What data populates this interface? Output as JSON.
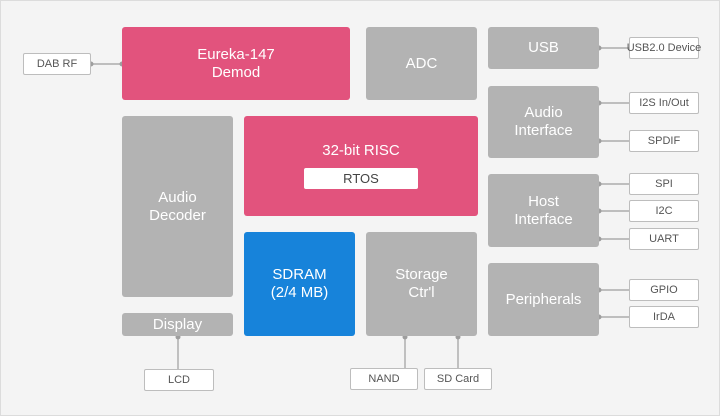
{
  "blocks": {
    "eureka": "Eureka-147\nDemod",
    "adc": "ADC",
    "usb": "USB",
    "audio_interface": "Audio\nInterface",
    "risc": "32-bit RISC",
    "rtos": "RTOS",
    "audio_decoder": "Audio\nDecoder",
    "host_interface": "Host\nInterface",
    "sdram": "SDRAM\n(2/4 MB)",
    "storage": "Storage\nCtr'l",
    "peripherals": "Peripherals",
    "display": "Display"
  },
  "tags": {
    "dab_rf": "DAB RF",
    "usb_device": "USB2.0 Device",
    "i2s": "I2S In/Out",
    "spdif": "SPDIF",
    "spi": "SPI",
    "i2c": "I2C",
    "uart": "UART",
    "gpio": "GPIO",
    "irda": "IrDA",
    "lcd": "LCD",
    "nand": "NAND",
    "sd_card": "SD Card"
  },
  "colors": {
    "gray_block": "#b3b3b3",
    "pink_block": "#e2537d",
    "blue_block": "#1783da",
    "wire": "#9e9e9e"
  }
}
